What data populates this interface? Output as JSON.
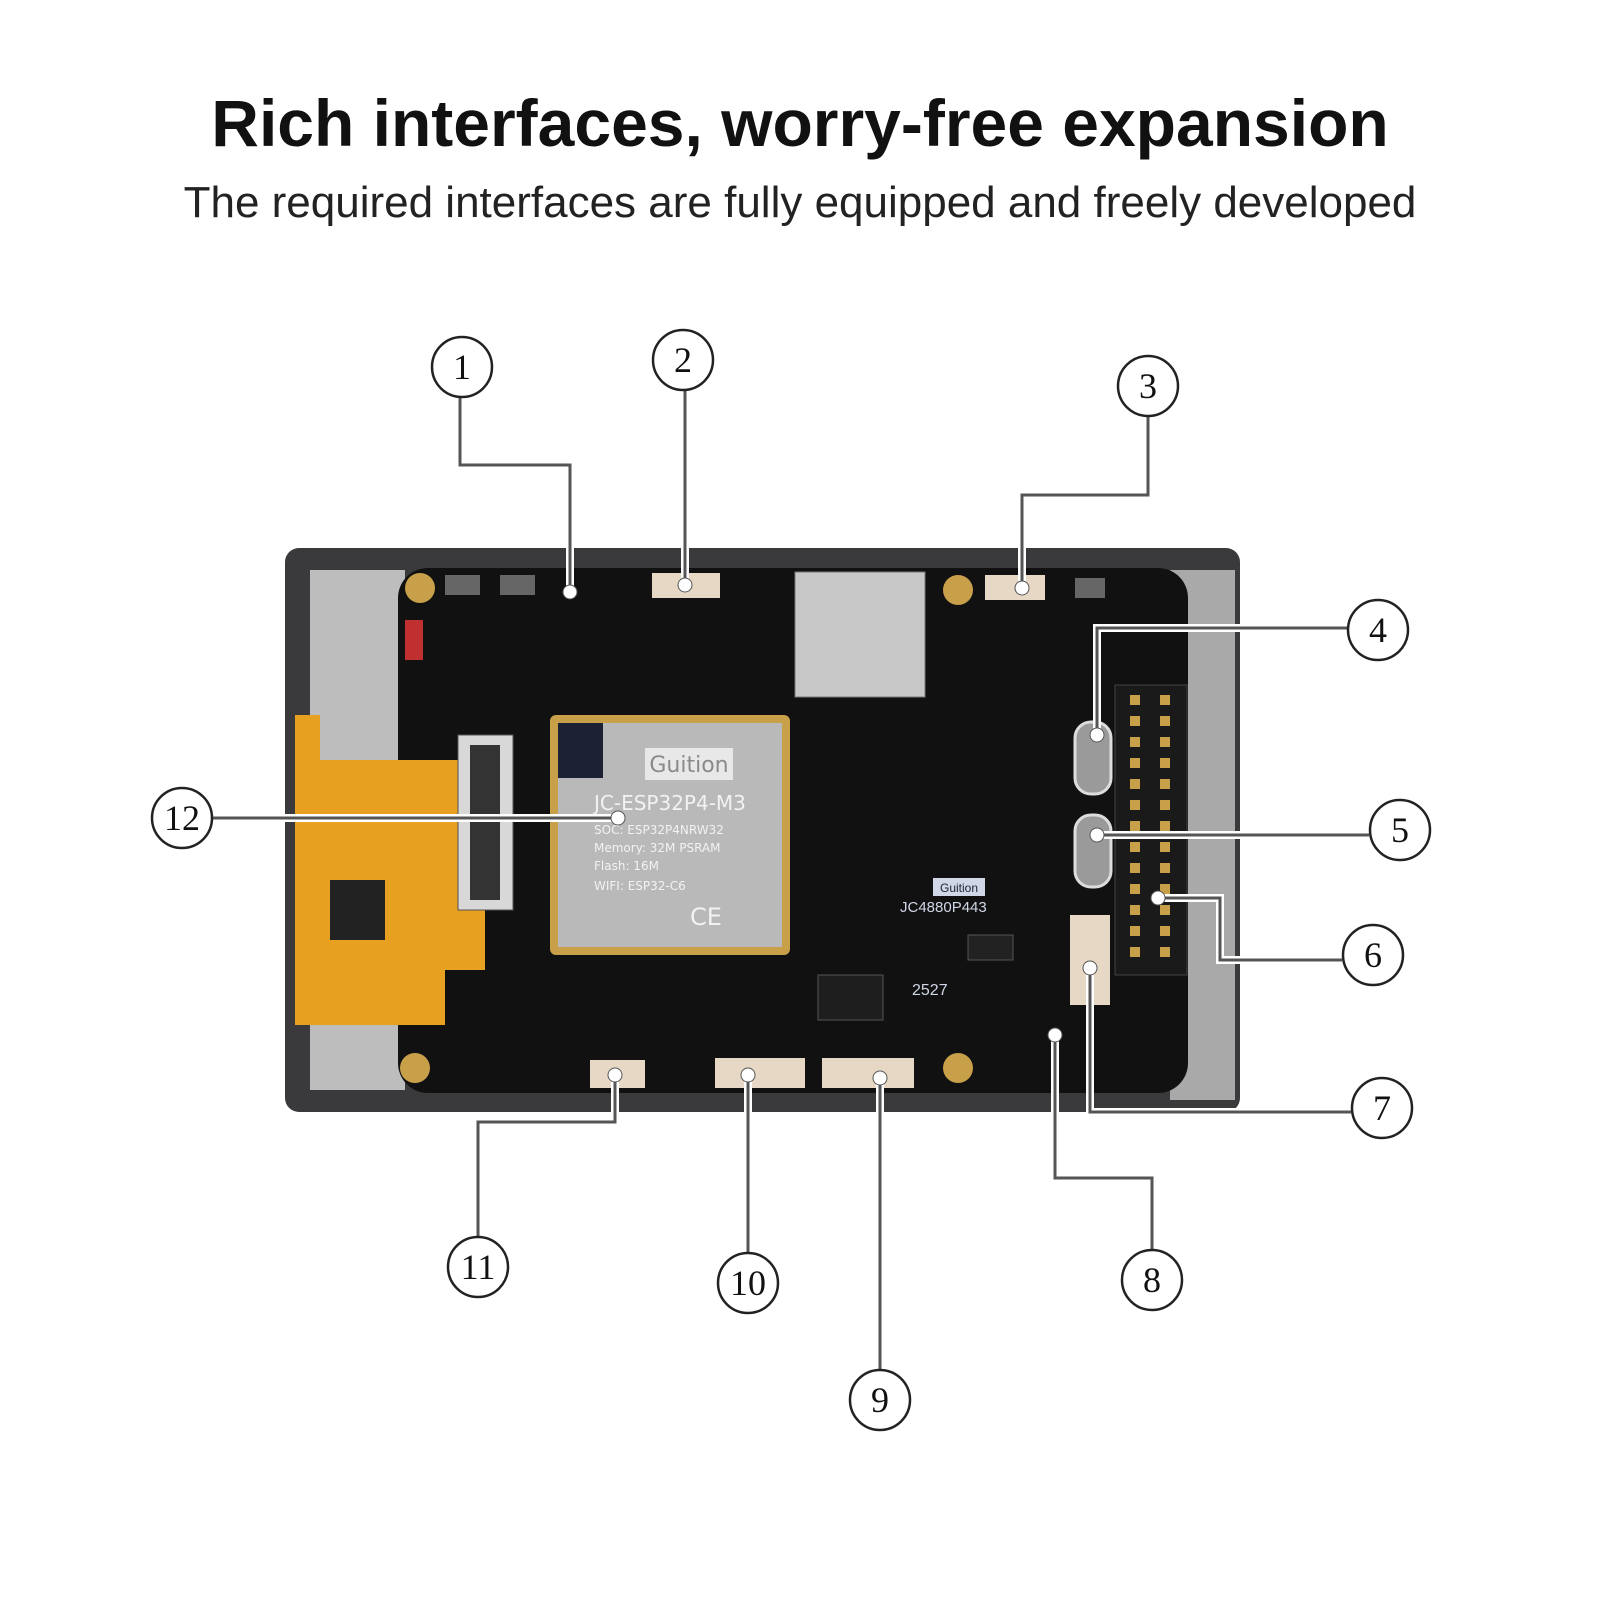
{
  "header": {
    "title": "Rich interfaces, worry-free expansion",
    "subtitle": "The required interfaces are fully equipped and freely developed"
  },
  "module": {
    "brand": "Guition",
    "model": "JC-ESP32P4-M3",
    "soc": "SOC: ESP32P4NRW32",
    "memory": "Memory: 32M PSRAM",
    "flash": "Flash: 16M",
    "wifi": "WIFI: ESP32-C6",
    "marks": "CE"
  },
  "board": {
    "brand": "Guition",
    "model": "JC4880P443",
    "date_code": "2527"
  },
  "callouts": [
    "1",
    "2",
    "3",
    "4",
    "5",
    "6",
    "7",
    "8",
    "9",
    "10",
    "11",
    "12"
  ],
  "colors": {
    "pcb": "#111111",
    "frame": "#3a3a3c",
    "fpc": "#e8a020",
    "module": "#b9b9b9",
    "gold": "#c9a04a"
  }
}
